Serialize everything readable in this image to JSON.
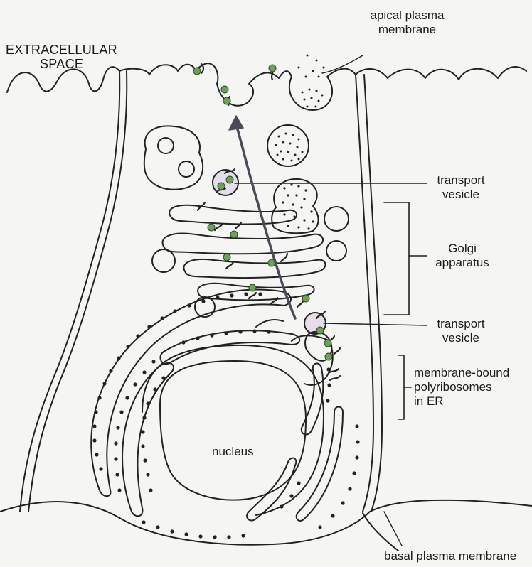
{
  "labels": {
    "extracellular_line1": "EXTRACELLULAR",
    "extracellular_line2": "SPACE",
    "apical_line1": "apical plasma",
    "apical_line2": "membrane",
    "transport_vesicle_upper_line1": "transport",
    "transport_vesicle_upper_line2": "vesicle",
    "golgi_line1": "Golgi",
    "golgi_line2": "apparatus",
    "transport_vesicle_lower_line1": "transport",
    "transport_vesicle_lower_line2": "vesicle",
    "polyribosomes_line1": "membrane-bound",
    "polyribosomes_line2": "polyribosomes",
    "polyribosomes_line3": "in ER",
    "nucleus": "nucleus",
    "basal": "basal plasma membrane"
  },
  "colors": {
    "line": "#222222",
    "protein": "#6fa05a",
    "arrow": "#4a4a58",
    "vesicle_tint": "#c8a8d8",
    "background": "#f5f5f3"
  }
}
